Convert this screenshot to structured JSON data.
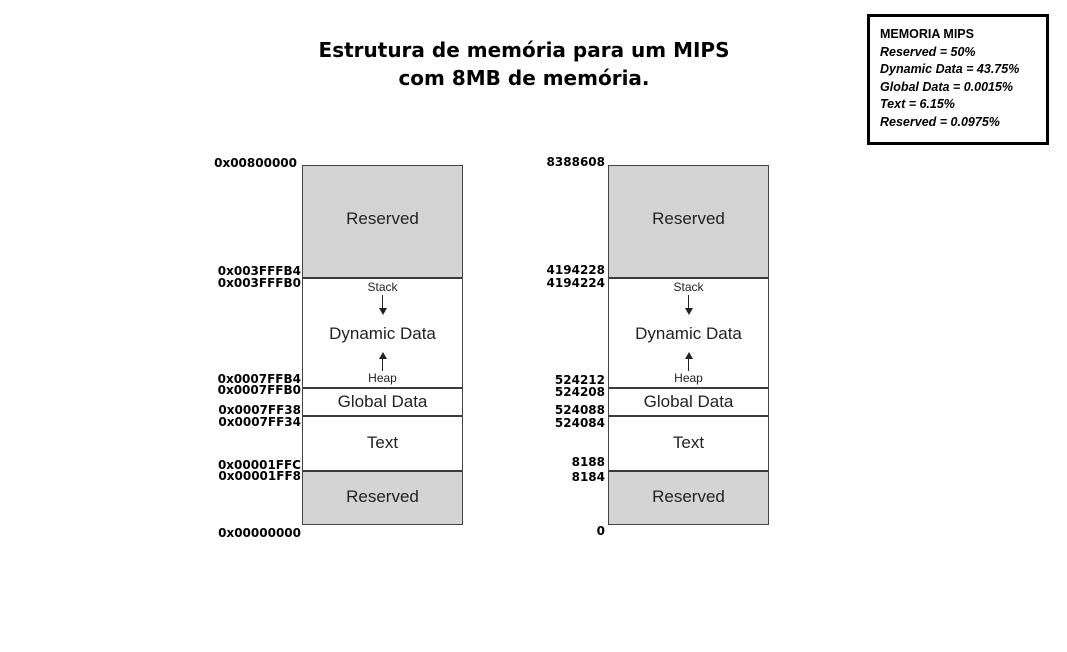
{
  "title": {
    "line1": "Estrutura de memória para um MIPS",
    "line2": "com 8MB de memória."
  },
  "legend": {
    "heading": "MEMORIA MIPS",
    "items": [
      "Reserved = 50%",
      "Dynamic Data = 43.75%",
      "Global Data = 0.0015%",
      "Text = 6.15%",
      "Reserved = 0.0975%"
    ]
  },
  "segments": {
    "reserved_top": "Reserved",
    "stack": "Stack",
    "dynamic": "Dynamic Data",
    "heap": "Heap",
    "global": "Global Data",
    "text": "Text",
    "reserved_bottom": "Reserved"
  },
  "hex_addresses": {
    "a0": "0x00800000",
    "a1": "0x003FFFB4",
    "a2": "0x003FFFB0",
    "a3": "0x0007FFB4",
    "a4": "0x0007FFB0",
    "a5": "0x0007FF38",
    "a6": "0x0007FF34",
    "a7": "0x00001FFC",
    "a8": "0x00001FF8",
    "a9": "0x00000000"
  },
  "dec_addresses": {
    "a0": "8388608",
    "a1": "4194228",
    "a2": "4194224",
    "a3": "524212",
    "a4": "524208",
    "a5": "524088",
    "a6": "524084",
    "a7": "8188",
    "a8": "8184",
    "a9": "0"
  }
}
